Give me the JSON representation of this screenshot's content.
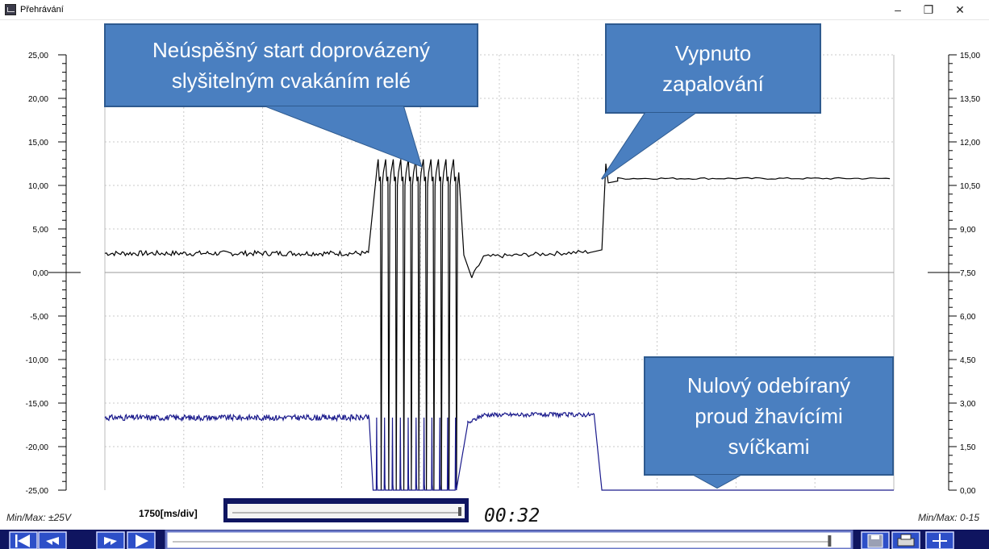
{
  "window": {
    "title": "Přehrávání",
    "minimize_glyph": "–",
    "maximize_glyph": "❐",
    "close_glyph": "✕"
  },
  "chart_data": {
    "type": "line",
    "title": "",
    "xlabel": "",
    "ylabel": "",
    "time_base_label": "1750[ms/div]",
    "timestamp": "00:32",
    "left_axis": {
      "ylim": [
        -25,
        25
      ],
      "tick_labels": [
        "25,00",
        "20,00",
        "15,00",
        "10,00",
        "5,00",
        "0,00",
        "-5,00",
        "-10,00",
        "-15,00",
        "-20,00",
        "-25,00"
      ],
      "range_label": "Min/Max: ±25V"
    },
    "right_axis": {
      "ylim": [
        0,
        15
      ],
      "tick_labels": [
        "15,00",
        "13,50",
        "12,00",
        "10,50",
        "9,00",
        "7,50",
        "6,00",
        "4,50",
        "3,00",
        "1,50",
        "0,00"
      ],
      "range_label": "Min/Max: 0-15"
    },
    "grid": true,
    "x_divisions": 10,
    "series": [
      {
        "color": "#000000",
        "axis": "left",
        "x": [
          0,
          3.35,
          3.45,
          4.5,
          4.55,
          4.65,
          4.8,
          6.2,
          6.3,
          6.35,
          6.5,
          10
        ],
        "y": [
          2.2,
          2.2,
          10.5,
          10.5,
          2.0,
          -0.5,
          1.8,
          2.3,
          2.6,
          12.0,
          10.5,
          10.8
        ],
        "pulses": 11
      },
      {
        "color": "#1a1a8c",
        "axis": "right",
        "x": [
          0,
          3.35,
          3.4,
          4.5,
          4.6,
          4.8,
          6.2,
          6.3,
          10
        ],
        "y": [
          2.5,
          2.5,
          0.0,
          0.0,
          2.3,
          2.6,
          2.6,
          0.0,
          0.0
        ],
        "pulses": 11
      }
    ],
    "annotations": [
      {
        "lines": [
          "Neúspěšný start doprovázený",
          "slyšitelným cvakáním relé"
        ]
      },
      {
        "lines": [
          "Vypnuto",
          "zapalování"
        ]
      },
      {
        "lines": [
          "Nulový odebíraný",
          "proud žhavícími",
          "svíčkami"
        ]
      }
    ]
  },
  "toolbar": {
    "buttons": [
      {
        "name": "skip-back-button",
        "icon": "skip-back-icon"
      },
      {
        "name": "rewind-button",
        "icon": "rewind-icon"
      },
      {
        "name": "fast-forward-button",
        "icon": "fast-forward-icon"
      },
      {
        "name": "play-button",
        "icon": "play-icon"
      },
      {
        "name": "save-button",
        "icon": "floppy-icon"
      },
      {
        "name": "print-button",
        "icon": "printer-icon"
      },
      {
        "name": "cursor-button",
        "icon": "cursor-icon"
      }
    ],
    "progress": 0.98
  }
}
